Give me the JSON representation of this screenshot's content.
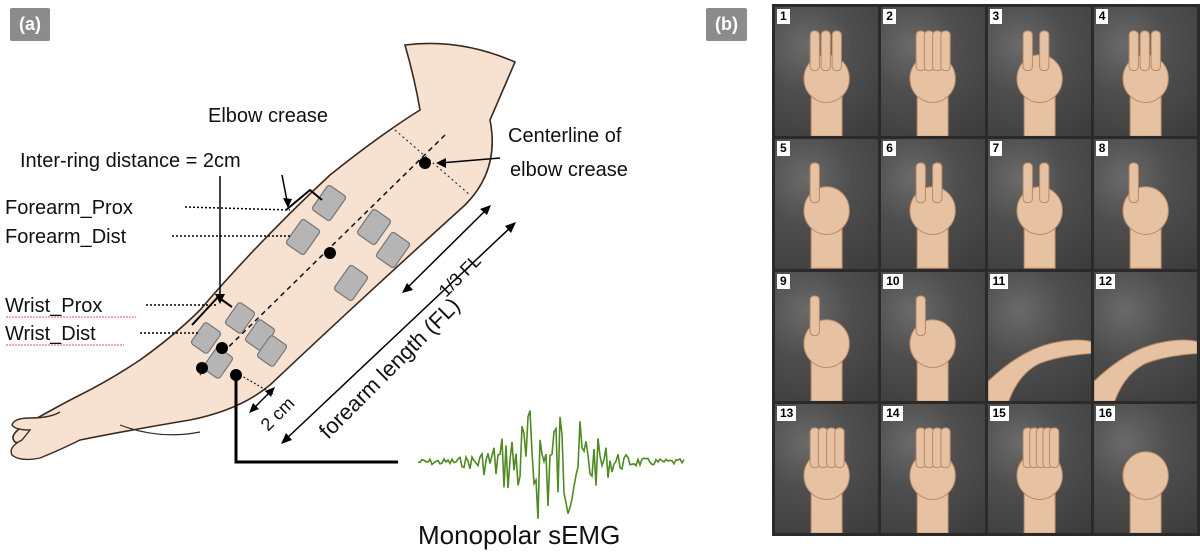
{
  "panel_a": {
    "tag": "(a)",
    "labels": {
      "elbow_crease": "Elbow crease",
      "inter_ring": "Inter-ring distance = 2cm",
      "forearm_prox": "Forearm_Prox",
      "forearm_dist": "Forearm_Dist",
      "wrist_prox": "Wrist_Prox",
      "wrist_dist": "Wrist_Dist",
      "centerline_1": "Centerline of",
      "centerline_2": "elbow crease",
      "one_third_fl": "1/3 FL",
      "forearm_length": "forearm length (FL)",
      "two_cm": "2 cm",
      "monopolar": "Monopolar sEMG"
    },
    "colors": {
      "skin": "#f7e2d2",
      "skin_outline": "#3a2a20",
      "electrode": "#b5b5b5",
      "signal": "#4f8a22"
    }
  },
  "panel_b": {
    "tag": "(b)",
    "gestures": [
      {
        "number": "1"
      },
      {
        "number": "2"
      },
      {
        "number": "3"
      },
      {
        "number": "4"
      },
      {
        "number": "5"
      },
      {
        "number": "6"
      },
      {
        "number": "7"
      },
      {
        "number": "8"
      },
      {
        "number": "9"
      },
      {
        "number": "10"
      },
      {
        "number": "11"
      },
      {
        "number": "12"
      },
      {
        "number": "13"
      },
      {
        "number": "14"
      },
      {
        "number": "15"
      },
      {
        "number": "16"
      }
    ]
  }
}
